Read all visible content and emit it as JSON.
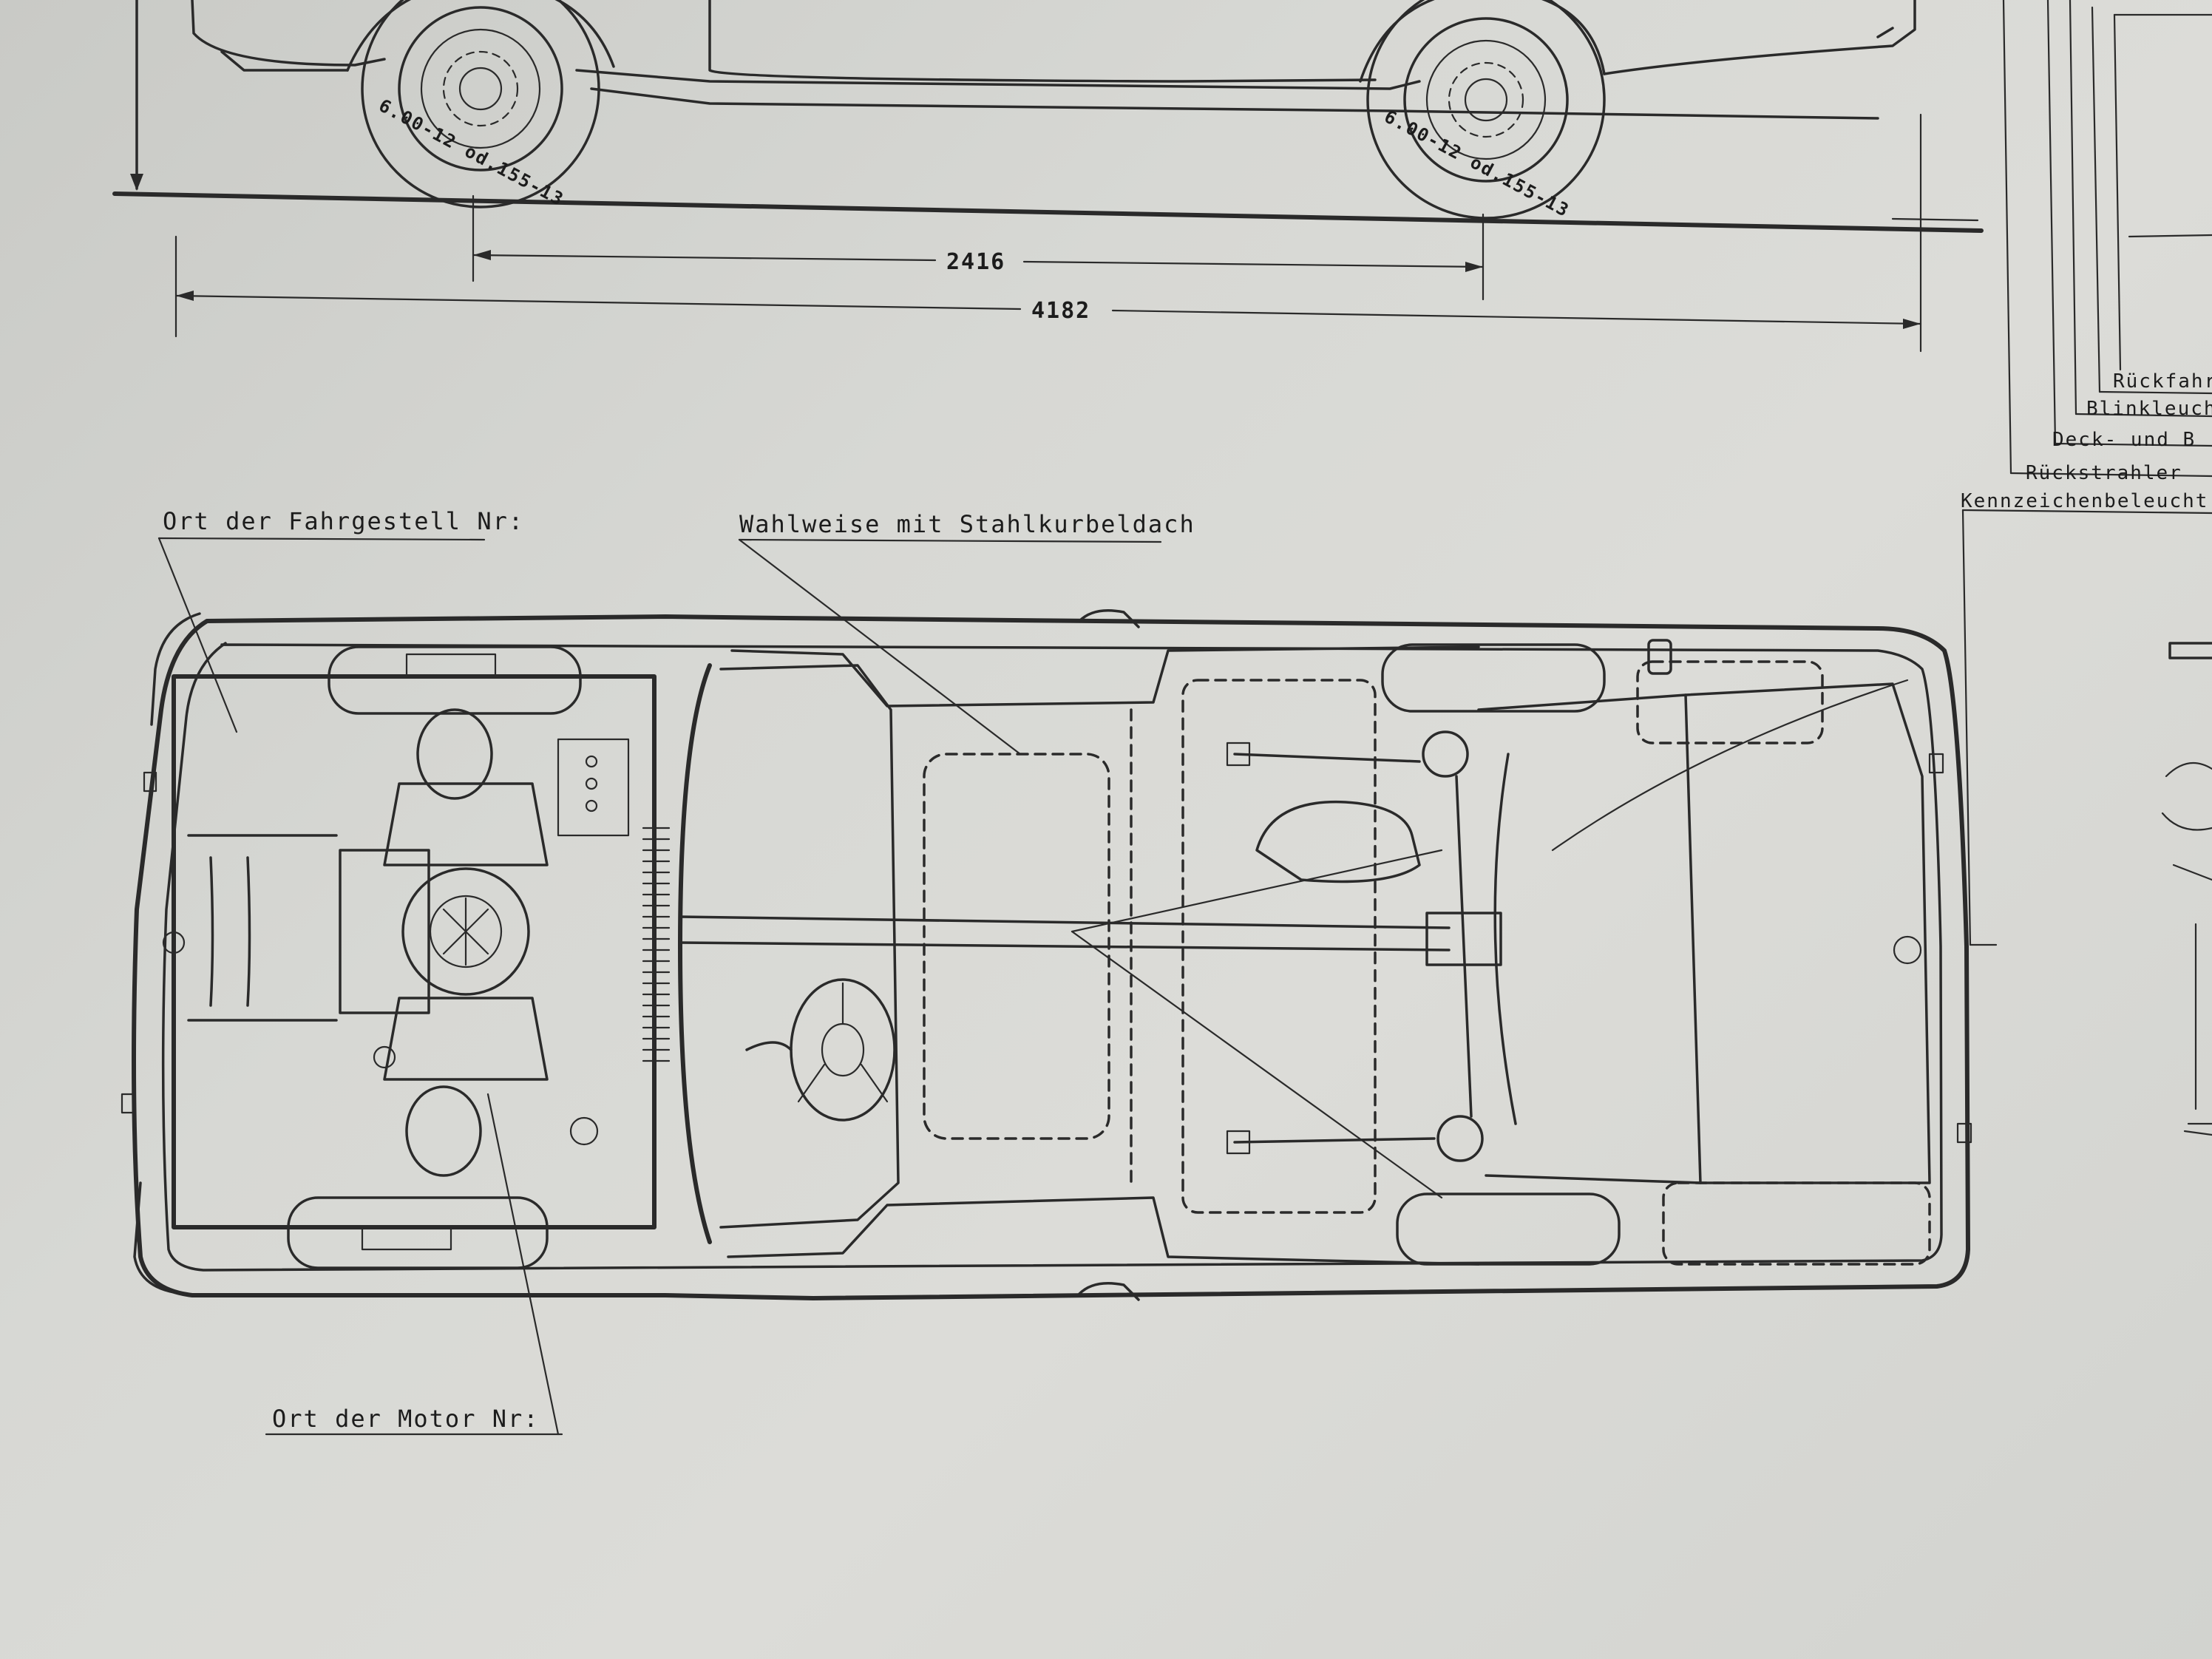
{
  "side_view": {
    "tire_front": "6.00-12 od.155-13",
    "tire_rear": "6.00-12 od.155-13",
    "dim_wheelbase": "2416",
    "dim_length": "4182"
  },
  "top_view": {
    "label_chassis_no": "Ort der Fahrgestell Nr:",
    "label_sunroof": "Wahlweise mit Stahlkurbeldach",
    "label_engine_no": "Ort der Motor Nr:"
  },
  "rear_lights": {
    "items": [
      "Rückfahr",
      "Blinkleucht",
      "Deck- und B",
      "Rückstrahler",
      "Kennzeichenbeleucht"
    ]
  }
}
